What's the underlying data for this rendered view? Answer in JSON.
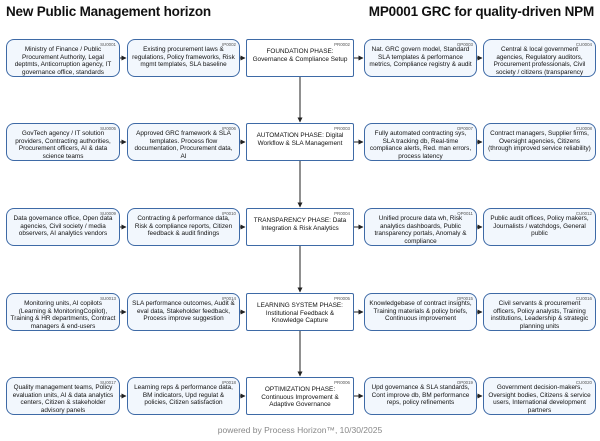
{
  "header": {
    "left_title": "New Public Management horizon",
    "right_title": "MP0001 GRC for quality-driven NPM"
  },
  "rows": [
    {
      "supplier": {
        "id": "SU0001",
        "text": "Ministry of Finance / Public Procurement Authority, Legal deptmts, Anticorruption agency, IT governance office, standards"
      },
      "input": {
        "id": "IP0002",
        "text": "Existing procurement laws & regulations, Policy frameworks, Risk mgmt templates, SLA baseline"
      },
      "process": {
        "id": "PR0002",
        "text": "FOUNDATION PHASE: Governance & Compliance Setup"
      },
      "output": {
        "id": "OP0003",
        "text": "Nat. GRC govern model, Standard SLA templates & performance metrics, Compliance registry & audit"
      },
      "customer": {
        "id": "CU0004",
        "text": "Central & local government agencies, Regulatory auditors, Procurement professionals, Civil society / citizens (transparency"
      }
    },
    {
      "supplier": {
        "id": "SU0005",
        "text": "GovTech agency / IT solution providers, Contracting authorities, Procurement officers, AI & data science teams"
      },
      "input": {
        "id": "IP0006",
        "text": "Approved GRC framework & SLA templates. Process flow documentation, Procurement data, AI"
      },
      "process": {
        "id": "PR0003",
        "text": "AUTOMATION PHASE: Digital Workflow & SLA Management"
      },
      "output": {
        "id": "OP0007",
        "text": "Fully automated contracting sys, SLA tracking db, Real-time compliance alerts, Red. man errors, process latency"
      },
      "customer": {
        "id": "CU0008",
        "text": "Contract managers, Supplier firms, Oversight agencies, Citizens (through improved service reliability)"
      }
    },
    {
      "supplier": {
        "id": "SU0009",
        "text": "Data governance office, Open data agencies, Civil society / media observers, AI analytics vendors"
      },
      "input": {
        "id": "IP0010",
        "text": "Contracting & performance data, Risk & compliance reports, Citizen feedback & audit findings"
      },
      "process": {
        "id": "PR0004",
        "text": "TRANSPARENCY PHASE: Data Integration & Risk Analytics"
      },
      "output": {
        "id": "OP0011",
        "text": "Unified procure data wh, Risk analytics dashboards, Public transparency portals, Anomaly & compliance"
      },
      "customer": {
        "id": "CU0012",
        "text": "Public audit offices, Policy makers, Journalists / watchdogs, General public"
      }
    },
    {
      "supplier": {
        "id": "SU0013",
        "text": "Monitoring units, AI copilots (Learning & MonitoringCopilot), Training & HR departments, Contract managers & end-users"
      },
      "input": {
        "id": "IP0014",
        "text": "SLA performance outcomes, Audit & eval data, Stakeholder feedback, Process improve suggestion"
      },
      "process": {
        "id": "PR0005",
        "text": "LEARNING SYSTEM PHASE: Institutional Feedback & Knowledge Capture"
      },
      "output": {
        "id": "OP0015",
        "text": "Knowledgebase of contract insights, Training materials & policy briefs, Continuous improvement"
      },
      "customer": {
        "id": "CU0016",
        "text": "Civil servants & procurement officers, Policy analysts, Training institutions, Leadership & strategic planning units"
      }
    },
    {
      "supplier": {
        "id": "SU0017",
        "text": "Quality management teams, Policy evaluation units, AI & data analytics centers, Citizen & stakeholder advisory panels"
      },
      "input": {
        "id": "IP0018",
        "text": "Learning reps & performance data, BM indicators, Upd regulat & policies, Citizen satisfaction"
      },
      "process": {
        "id": "PR0006",
        "text": "OPTIMIZATION PHASE: Continuous Improvement & Adaptive Governance"
      },
      "output": {
        "id": "OP0019",
        "text": "Upd governance & SLA standards, Cont improve db, BM performance reps, policy refinements"
      },
      "customer": {
        "id": "CU0020",
        "text": "Government decision-makers, Oversight bodies, Citizens & service users, International development partners"
      }
    }
  ],
  "footer": {
    "text": "powered by Process Horizon™, 10/30/2025"
  }
}
